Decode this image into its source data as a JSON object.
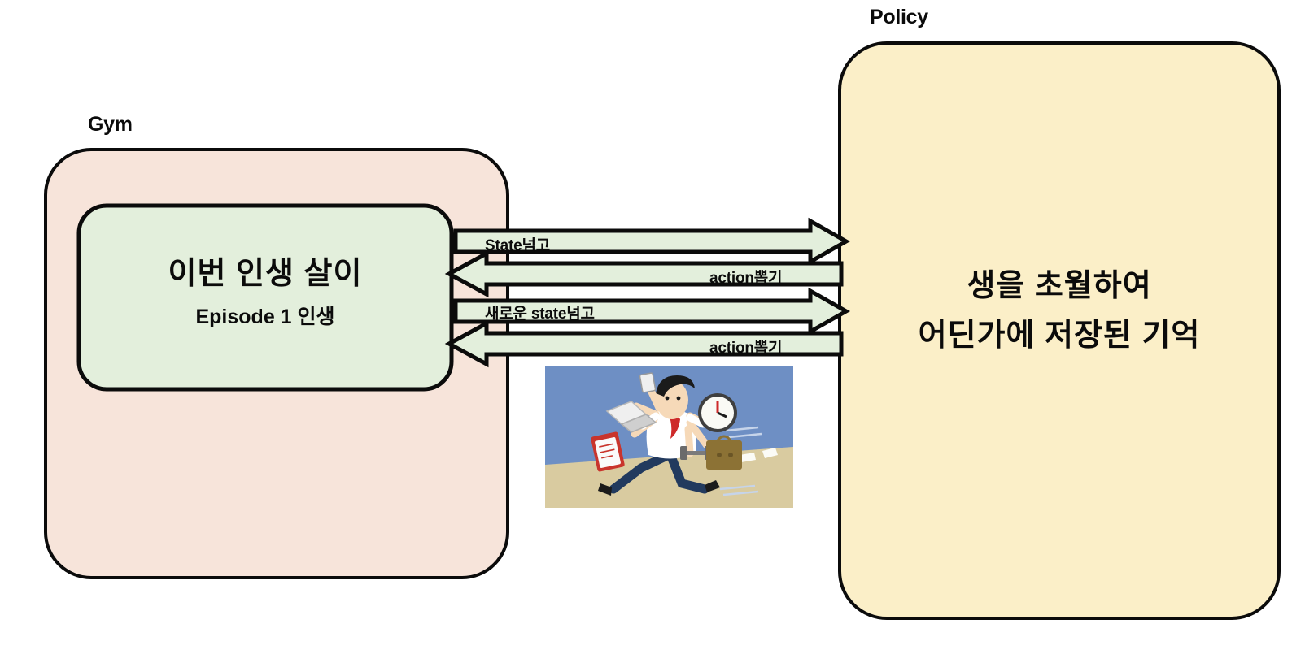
{
  "diagram": {
    "type": "reinforcement-learning-loop",
    "background": "#FFFFFF",
    "outline_color": "#0B0B0B"
  },
  "gym": {
    "title": "Gym",
    "fill": "#F7E4DA",
    "inner": {
      "fill": "#E3EFDC",
      "title": "이번 인생 살이",
      "subtitle": "Episode 1 인생"
    }
  },
  "policy": {
    "title": "Policy",
    "fill": "#FBEFC8",
    "line1": "생을 초월하여",
    "line2": "어딘가에 저장된 기억"
  },
  "arrows": {
    "fill": "#E3EFDC",
    "items": [
      {
        "label": "State넘고",
        "direction": "right",
        "order": 1
      },
      {
        "label": "action뽑기",
        "direction": "left",
        "order": 2
      },
      {
        "label": "새로운 state넘고",
        "direction": "right",
        "order": 3
      },
      {
        "label": "action뽑기",
        "direction": "left",
        "order": 4
      }
    ]
  },
  "illustration": {
    "name": "busy-multitasking-businessman-running",
    "sky": "#6E8FC4",
    "ground": "#D9CBA0",
    "skin": "#F6D9B8",
    "shirt": "#FFFFFF",
    "tie": "#CE2A2A",
    "trousers": "#223A5E",
    "hair": "#1B1B1B",
    "briefcase": "#8C7235",
    "clipboard": "#C9342C",
    "clock_rim": "#3F3F3F"
  }
}
